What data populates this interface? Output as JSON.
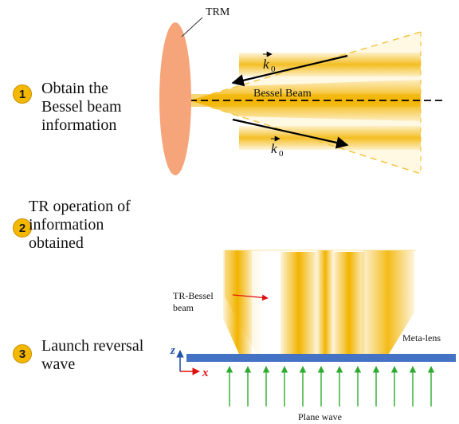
{
  "steps": [
    {
      "number": "1",
      "label": "Obtain the\nBessel beam\ninformation"
    },
    {
      "number": "2",
      "label": "TR operation of\ninformation\nobtained"
    },
    {
      "number": "3",
      "label": "Launch reversal\nwave"
    }
  ],
  "labels": {
    "trm": "TRM",
    "bessel_beam": "Bessel Beam",
    "tr_bessel_beam": "TR-Bessel\nbeam",
    "meta_lens": "Meta-lens",
    "plane_wave": "Plane wave",
    "axis_z": "z",
    "axis_x": "x",
    "wavevector": "k",
    "wavevector_sub": "0"
  },
  "colors": {
    "trm_fill": "#f6a57a",
    "beam_gold": "#f2b400",
    "meta_lens": "#4472c4",
    "arrow_green": "#2eab2e",
    "arrow_red": "#e01010",
    "badge": "#f5b800"
  }
}
